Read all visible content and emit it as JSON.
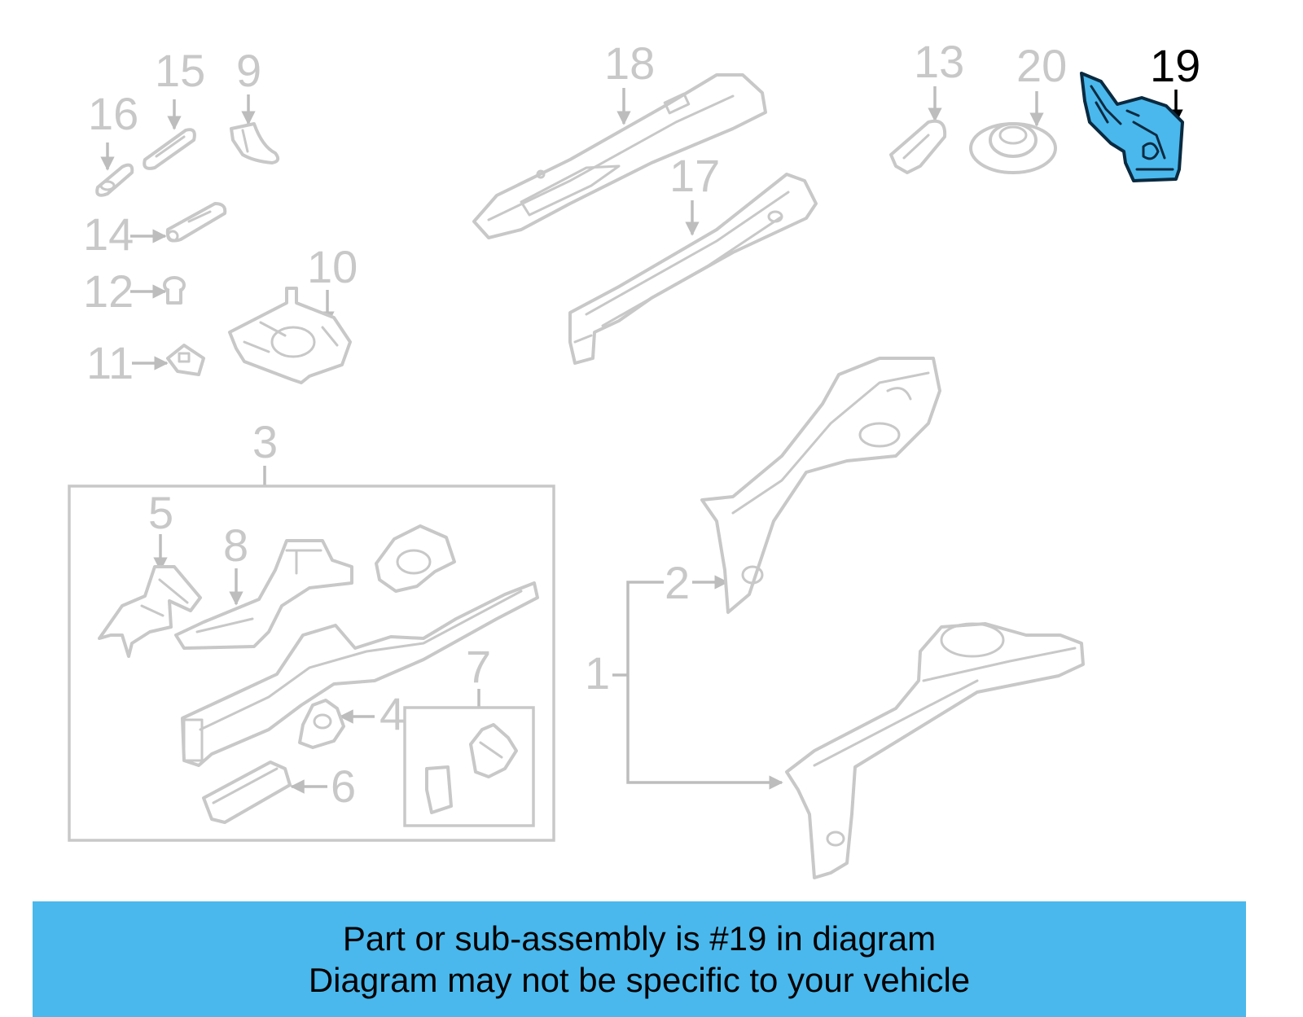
{
  "callouts": {
    "c1": "1",
    "c2": "2",
    "c3": "3",
    "c4": "4",
    "c5": "5",
    "c6": "6",
    "c7": "7",
    "c8": "8",
    "c9": "9",
    "c10": "10",
    "c11": "11",
    "c12": "12",
    "c13": "13",
    "c14": "14",
    "c15": "15",
    "c16": "16",
    "c17": "17",
    "c18": "18",
    "c19": "19",
    "c20": "20"
  },
  "highlight": {
    "part": "19",
    "color": "#4ab8ec"
  },
  "banner": {
    "line1": "Part or sub-assembly is #19 in diagram",
    "line2": "Diagram may not be specific to your vehicle",
    "background": "#4ab8ec"
  }
}
